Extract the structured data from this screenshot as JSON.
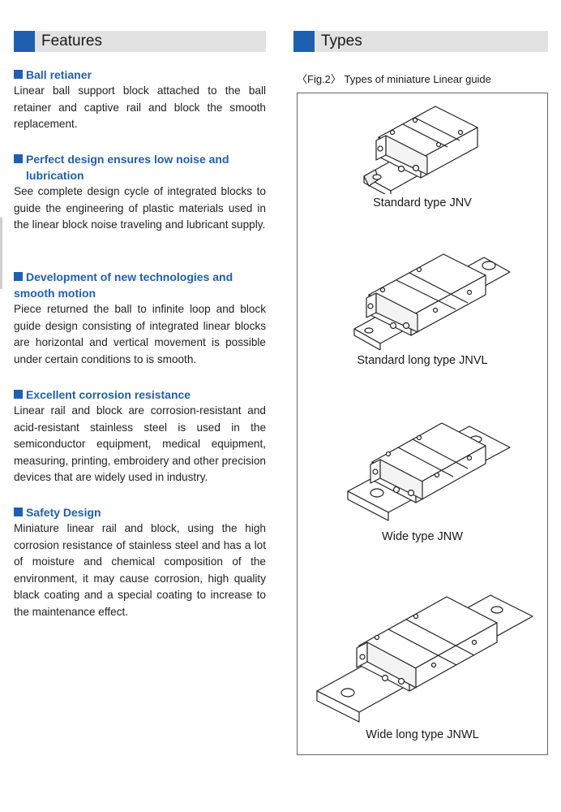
{
  "features": {
    "title": "Features",
    "items": [
      {
        "heading": "Ball retianer",
        "text": "Linear ball support block attached to the ball retainer and captive rail and block the smooth replacement."
      },
      {
        "heading_line1": "Perfect design ensures low noise and",
        "heading_line2": "lubrication",
        "text": "See complete design cycle of integrated blocks to guide the engineering of plastic materials used in the linear block noise traveling and lubricant supply."
      },
      {
        "heading_line1": "Development of new technologies and",
        "heading_line2": "smooth motion",
        "text": "Piece returned the ball to infinite loop and block guide design consisting of integrated linear blocks are horizontal and vertical movement is possible under certain conditions to is smooth."
      },
      {
        "heading": "Excellent corrosion resistance",
        "text": "Linear rail and block are corrosion-resistant and acid-resistant stainless steel is used in the semiconductor equipment, medical equipment, measuring, printing, embroidery and other precision devices that are widely used in industry."
      },
      {
        "heading": "Safety Design",
        "text": "Miniature linear rail and block, using the high corrosion resistance of stainless steel and has a lot of moisture and chemical composition of the environment, it may cause corrosion, high quality black coating and a special coating to increase to the maintenance effect."
      }
    ]
  },
  "types": {
    "title": "Types",
    "figure_caption": "〈Fig.2〉 Types of miniature Linear guide",
    "figures": [
      {
        "label": "Standard type JNV"
      },
      {
        "label": "Standard long type JNVL"
      },
      {
        "label": "Wide type JNW"
      },
      {
        "label": "Wide long type JNWL"
      }
    ]
  },
  "colors": {
    "accent_blue": "#1f5fb0",
    "header_gray": "#e2e2e2"
  }
}
